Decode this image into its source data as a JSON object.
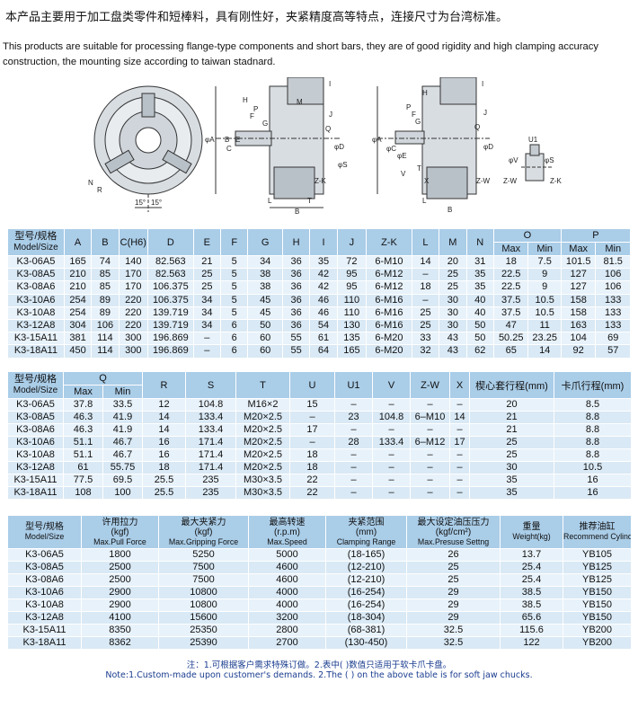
{
  "intro": {
    "cn": "本产品主要用于加工盘类零件和短棒料，具有刚性好，夹紧精度高等特点，连接尺寸为台湾标准。",
    "en": "This products are suitable for processing flange-type components and short bars, they are of good rigidity and high clamping accuracy construction, the mounting size according to taiwan stadnard."
  },
  "drawing": {
    "front_labels": [
      "N",
      "R",
      "15°",
      "15°"
    ],
    "side_labels": [
      "H",
      "P",
      "F",
      "G",
      "I",
      "J",
      "E",
      "M",
      "φA",
      "B",
      "C",
      "φD",
      "Q",
      "φS",
      "Z-K",
      "L",
      "B",
      "T"
    ],
    "side2_labels": [
      "H",
      "I",
      "Q",
      "J",
      "P",
      "F",
      "G",
      "φA",
      "φC",
      "φD",
      "φE",
      "T",
      "X",
      "Z-W",
      "V",
      "B",
      "L"
    ],
    "jaw_labels": [
      "U1",
      "φV",
      "φS",
      "Z-W",
      "Z-K"
    ]
  },
  "table1": {
    "model_cn": "型号/规格",
    "model_en": "Model/Size",
    "headers": [
      "A",
      "B",
      "C(H6)",
      "D",
      "E",
      "F",
      "G",
      "H",
      "I",
      "J",
      "Z-K",
      "L",
      "M",
      "N"
    ],
    "group_O": "O",
    "group_P": "P",
    "max": "Max",
    "min": "Min",
    "rows": [
      [
        "K3-06A5",
        "165",
        "74",
        "140",
        "82.563",
        "21",
        "5",
        "34",
        "36",
        "35",
        "72",
        "6-M10",
        "14",
        "20",
        "31",
        "18",
        "7.5",
        "101.5",
        "81.5"
      ],
      [
        "K3-08A5",
        "210",
        "85",
        "170",
        "82.563",
        "25",
        "5",
        "38",
        "36",
        "42",
        "95",
        "6-M12",
        "–",
        "25",
        "35",
        "22.5",
        "9",
        "127",
        "106"
      ],
      [
        "K3-08A6",
        "210",
        "85",
        "170",
        "106.375",
        "25",
        "5",
        "38",
        "36",
        "42",
        "95",
        "6-M12",
        "18",
        "25",
        "35",
        "22.5",
        "9",
        "127",
        "106"
      ],
      [
        "K3-10A6",
        "254",
        "89",
        "220",
        "106.375",
        "34",
        "5",
        "45",
        "36",
        "46",
        "110",
        "6-M16",
        "–",
        "30",
        "40",
        "37.5",
        "10.5",
        "158",
        "133"
      ],
      [
        "K3-10A8",
        "254",
        "89",
        "220",
        "139.719",
        "34",
        "5",
        "45",
        "36",
        "46",
        "110",
        "6-M16",
        "25",
        "30",
        "40",
        "37.5",
        "10.5",
        "158",
        "133"
      ],
      [
        "K3-12A8",
        "304",
        "106",
        "220",
        "139.719",
        "34",
        "6",
        "50",
        "36",
        "54",
        "130",
        "6-M16",
        "25",
        "30",
        "50",
        "47",
        "11",
        "163",
        "133"
      ],
      [
        "K3-15A11",
        "381",
        "114",
        "300",
        "196.869",
        "–",
        "6",
        "60",
        "55",
        "61",
        "135",
        "6-M20",
        "33",
        "43",
        "50",
        "50.25",
        "23.25",
        "104",
        "69"
      ],
      [
        "K3-18A11",
        "450",
        "114",
        "300",
        "196.869",
        "–",
        "6",
        "60",
        "55",
        "64",
        "165",
        "6-M20",
        "32",
        "43",
        "62",
        "65",
        "14",
        "92",
        "57"
      ]
    ]
  },
  "table2": {
    "model_cn": "型号/规格",
    "model_en": "Model/Size",
    "group_Q": "Q",
    "max": "Max",
    "min": "Min",
    "headers": [
      "R",
      "S",
      "T",
      "U",
      "U1",
      "V",
      "Z-W",
      "X",
      "楔心套行程(mm)",
      "卡爪行程(mm)"
    ],
    "rows": [
      [
        "K3-06A5",
        "37.8",
        "33.5",
        "12",
        "104.8",
        "M16×2",
        "15",
        "–",
        "–",
        "–",
        "–",
        "20",
        "8.5"
      ],
      [
        "K3-08A5",
        "46.3",
        "41.9",
        "14",
        "133.4",
        "M20×2.5",
        "–",
        "23",
        "104.8",
        "6–M10",
        "14",
        "21",
        "8.8"
      ],
      [
        "K3-08A6",
        "46.3",
        "41.9",
        "14",
        "133.4",
        "M20×2.5",
        "17",
        "–",
        "–",
        "–",
        "–",
        "21",
        "8.8"
      ],
      [
        "K3-10A6",
        "51.1",
        "46.7",
        "16",
        "171.4",
        "M20×2.5",
        "–",
        "28",
        "133.4",
        "6–M12",
        "17",
        "25",
        "8.8"
      ],
      [
        "K3-10A8",
        "51.1",
        "46.7",
        "16",
        "171.4",
        "M20×2.5",
        "18",
        "–",
        "–",
        "–",
        "–",
        "25",
        "8.8"
      ],
      [
        "K3-12A8",
        "61",
        "55.75",
        "18",
        "171.4",
        "M20×2.5",
        "18",
        "–",
        "–",
        "–",
        "–",
        "30",
        "10.5"
      ],
      [
        "K3-15A11",
        "77.5",
        "69.5",
        "25.5",
        "235",
        "M30×3.5",
        "22",
        "–",
        "–",
        "–",
        "–",
        "35",
        "16"
      ],
      [
        "K3-18A11",
        "108",
        "100",
        "25.5",
        "235",
        "M30×3.5",
        "22",
        "–",
        "–",
        "–",
        "–",
        "35",
        "16"
      ]
    ]
  },
  "table3": {
    "model_cn": "型号/规格",
    "model_en": "Model/Size",
    "headers": [
      {
        "cn": "许用拉力",
        "unit": "(kgf)",
        "en": "Max.Pull Force"
      },
      {
        "cn": "最大夹紧力",
        "unit": "(kgf)",
        "en": "Max.Gripping Force"
      },
      {
        "cn": "最高转速",
        "unit": "(r.p.m)",
        "en": "Max.Speed"
      },
      {
        "cn": "夹紧范围",
        "unit": "(mm)",
        "en": "Clamping Range"
      },
      {
        "cn": "最大设定油压压力",
        "unit": "(kgf/cm²)",
        "en": "Max.Presuse Settng"
      },
      {
        "cn": "重量",
        "unit": "",
        "en": "Weight(kg)"
      },
      {
        "cn": "推荐油缸",
        "unit": "",
        "en": "Recommend Cylinder"
      }
    ],
    "rows": [
      [
        "K3-06A5",
        "1800",
        "5250",
        "5000",
        "(18-165)",
        "26",
        "13.7",
        "YB105"
      ],
      [
        "K3-08A5",
        "2500",
        "7500",
        "4600",
        "(12-210)",
        "25",
        "25.4",
        "YB125"
      ],
      [
        "K3-08A6",
        "2500",
        "7500",
        "4600",
        "(12-210)",
        "25",
        "25.4",
        "YB125"
      ],
      [
        "K3-10A6",
        "2900",
        "10800",
        "4000",
        "(16-254)",
        "29",
        "38.5",
        "YB150"
      ],
      [
        "K3-10A8",
        "2900",
        "10800",
        "4000",
        "(16-254)",
        "29",
        "38.5",
        "YB150"
      ],
      [
        "K3-12A8",
        "4100",
        "15600",
        "3200",
        "(18-304)",
        "29",
        "65.6",
        "YB150"
      ],
      [
        "K3-15A11",
        "8350",
        "25350",
        "2800",
        "(68-381)",
        "32.5",
        "115.6",
        "YB200"
      ],
      [
        "K3-18A11",
        "8362",
        "25390",
        "2700",
        "(130-450)",
        "32.5",
        "122",
        "YB200"
      ]
    ]
  },
  "notes": {
    "cn": "注：1.可根据客户需求特殊订做。2.表中(  )数值只适用于软卡爪卡盘。",
    "en": "Note:1.Custom-made upon customer's demands.   2.The (  ) on the above table is for soft jaw chucks."
  }
}
